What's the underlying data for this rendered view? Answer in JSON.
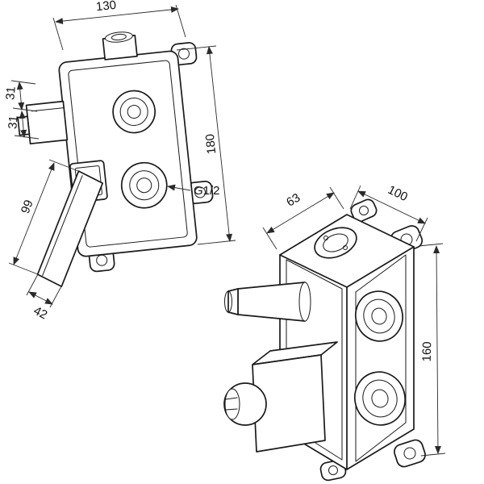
{
  "drawing": {
    "front_view": {
      "dim_width": "130",
      "dim_knob_top": "31",
      "dim_knob_bottom": "31",
      "dim_lever_length": "99",
      "dim_lever_width": "42",
      "dim_height": "180",
      "thread_label": "G1/2"
    },
    "perspective_view": {
      "dim_depth": "63",
      "dim_width": "100",
      "dim_height": "160"
    }
  },
  "colors": {
    "line": "#1a1a1a",
    "dim_line": "#2a2a2a",
    "background": "#ffffff"
  }
}
